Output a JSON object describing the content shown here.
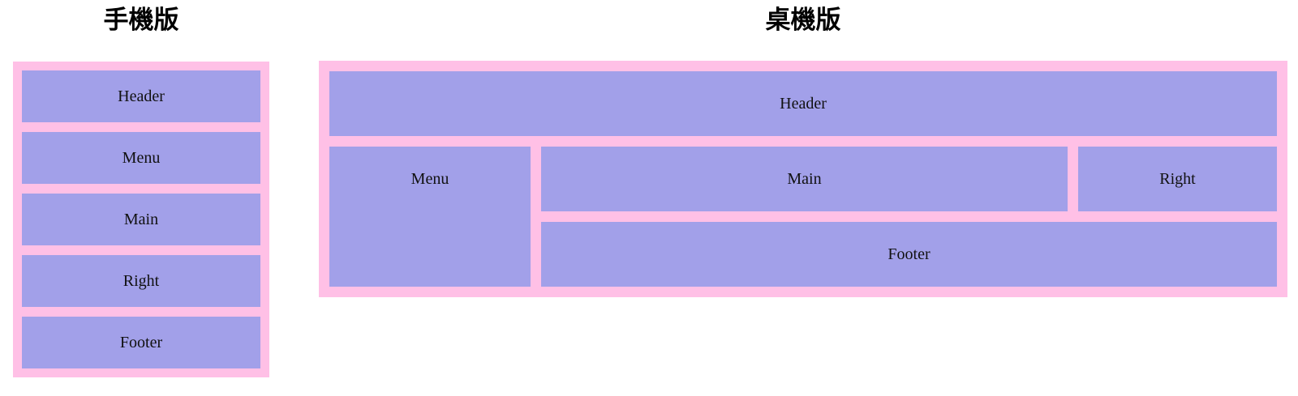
{
  "titles": {
    "mobile": "手機版",
    "desktop": "桌機版"
  },
  "colors": {
    "page_bg": "#ffffff",
    "panel_pink": "#ffc0e6",
    "box_purple": "#a2a0e9",
    "label": "#111111",
    "title": "#000000"
  },
  "mobile_layout": {
    "boxes": [
      {
        "label": "Header"
      },
      {
        "label": "Menu"
      },
      {
        "label": "Main"
      },
      {
        "label": "Right"
      },
      {
        "label": "Footer"
      }
    ]
  },
  "desktop_layout": {
    "header": "Header",
    "menu": "Menu",
    "main": "Main",
    "right": "Right",
    "footer": "Footer"
  }
}
